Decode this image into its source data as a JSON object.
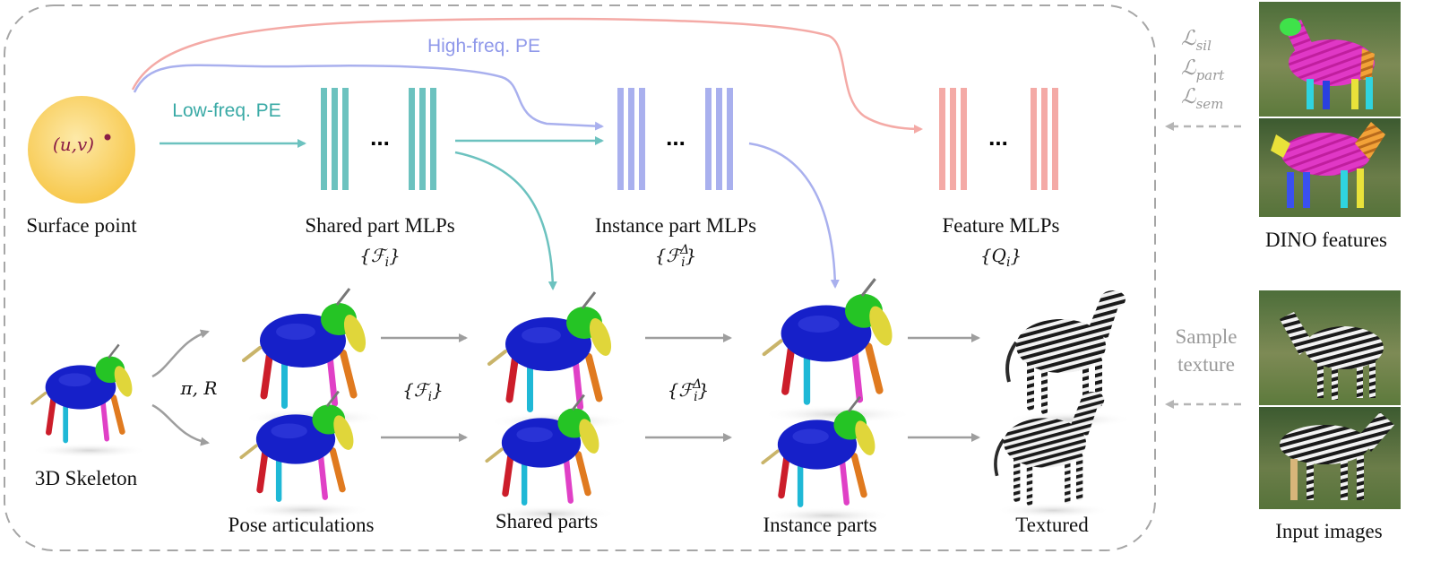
{
  "surface": {
    "coord": "(u,v)",
    "label": "Surface point"
  },
  "pe": {
    "low": "Low-freq. PE",
    "high": "High-freq. PE"
  },
  "mlps": {
    "ellipsis": "...",
    "shared": {
      "label": "Shared part MLPs",
      "symbol": "{ℱ",
      "sub": "i",
      "close": "}"
    },
    "instance": {
      "label": "Instance part MLPs",
      "symbol": "{ℱ",
      "sup": "Δ",
      "sub": "i",
      "close": "}"
    },
    "feature": {
      "label": "Feature MLPs",
      "symbol": "{Q",
      "sub": "i",
      "close": "}"
    }
  },
  "losses": [
    {
      "symbol": "ℒ",
      "sub": "sil"
    },
    {
      "symbol": "ℒ",
      "sub": "part"
    },
    {
      "symbol": "ℒ",
      "sub": "sem"
    }
  ],
  "side": {
    "dino": "DINO features",
    "input": "Input images",
    "sample1": "Sample",
    "sample2": "texture"
  },
  "pipeline": {
    "skeleton": "3D Skeleton",
    "pose_params": "π, R",
    "shared_op": {
      "symbol": "{ℱ",
      "sub": "i",
      "close": "}"
    },
    "instance_op": {
      "symbol": "{ℱ",
      "sup": "Δ",
      "sub": "i",
      "close": "}"
    },
    "stages": [
      "Pose articulations",
      "Shared parts",
      "Instance parts",
      "Textured"
    ]
  },
  "colors": {
    "teal": "#6cc2bf",
    "lavender": "#a9b0ee",
    "salmon": "#f4aaa6",
    "sphere": "#f9cf5f",
    "body_blue": "#1520c8",
    "dash": "#a6a6a6"
  }
}
